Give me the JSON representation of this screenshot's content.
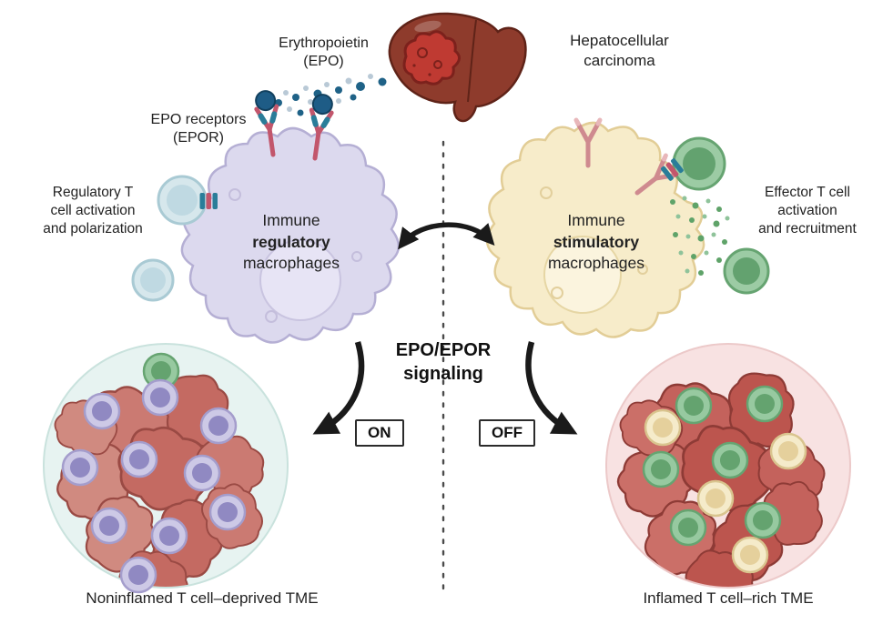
{
  "labels": {
    "erythropoietin": "Erythropoietin\n(EPO)",
    "hepatocellular_carcinoma": "Hepatocellular\ncarcinoma",
    "epo_receptors": "EPO receptors\n(EPOR)",
    "regulatory_t": "Regulatory T\ncell activation\nand polarization",
    "effector_t": "Effector T cell\nactivation\nand recruitment",
    "macrophage_left": {
      "line1": "Immune",
      "line2": "regulatory",
      "line3": "macrophages"
    },
    "macrophage_right": {
      "line1": "Immune",
      "line2": "stimulatory",
      "line3": "macrophages"
    },
    "signaling": "EPO/EPOR\nsignaling",
    "switch_on": "ON",
    "switch_off": "OFF",
    "tme_left": "Noninflamed T cell–deprived TME",
    "tme_right": "Inflamed T cell–rich TME"
  },
  "colors": {
    "liver": "#8e3b2c",
    "liver_outline": "#5f2318",
    "tumor": "#bf3a32",
    "epo_dot_dark": "#1f6287",
    "epo_dot_light": "#b9c9d6",
    "macrophage_regulatory": "#dcd9ee",
    "macrophage_regulatory_outline": "#b5afd4",
    "macrophage_stimulatory": "#f7ecca",
    "macrophage_stimulatory_outline": "#e2cd96",
    "t_cell_regulatory": "#d6e7ec",
    "t_cell_effector": "#9ccba4",
    "tme_noninflamed_bg": "#e7f3f1",
    "tme_inflamed_bg": "#f8e2e2",
    "tumor_cell_left": "#cb7a72",
    "tumor_cell_right": "#c4625c",
    "receptor_pink": "#c2566c",
    "receptor_teal": "#2a7d99",
    "arrow": "#1a1a1a"
  }
}
